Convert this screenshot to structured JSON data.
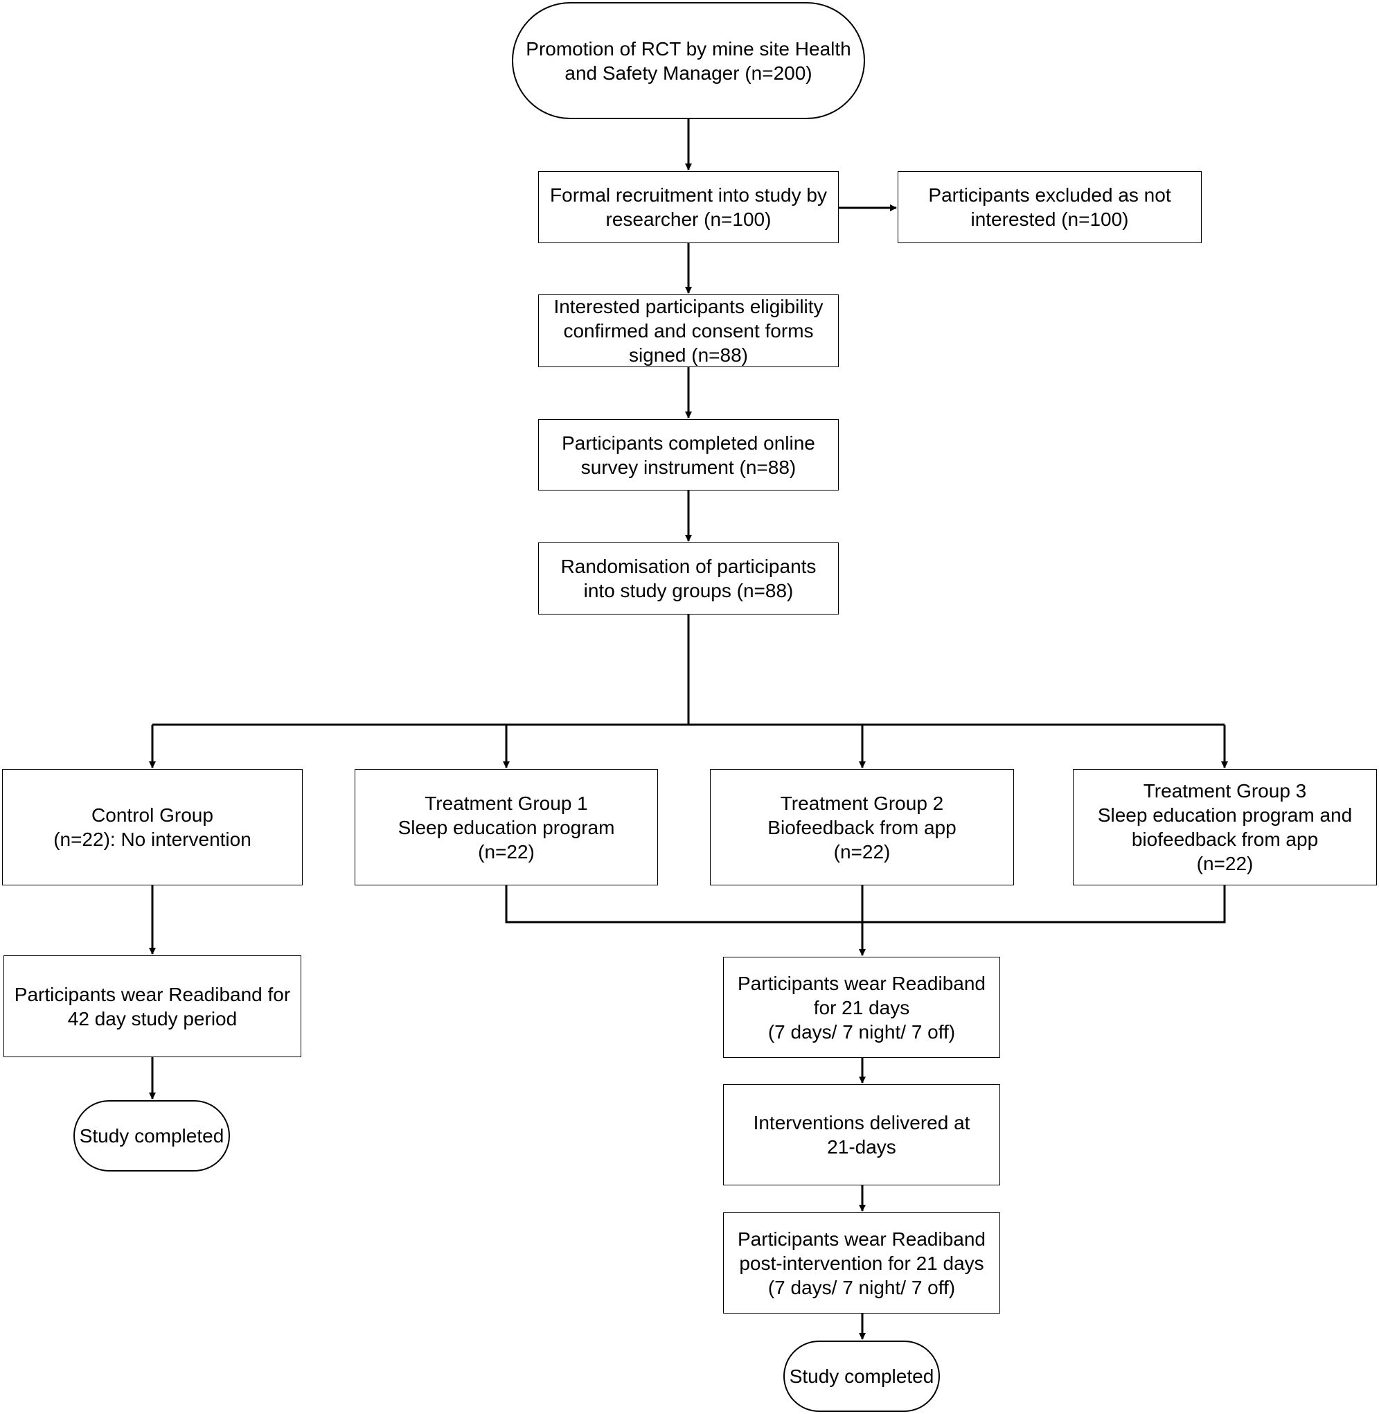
{
  "nodes": {
    "promotion": "Promotion of RCT by mine site Health\nand Safety Manager (n=200)",
    "recruitment": "Formal recruitment into study by\nresearcher (n=100)",
    "excluded": "Participants excluded as not\ninterested (n=100)",
    "eligibility": "Interested participants eligibility\nconfirmed and consent forms\nsigned (n=88)",
    "survey": "Participants completed online\nsurvey instrument (n=88)",
    "randomisation": "Randomisation of participants\ninto study groups (n=88)",
    "control": "Control Group\n(n=22): No intervention",
    "treatment1": "Treatment Group 1\nSleep education program\n(n=22)",
    "treatment2": "Treatment Group 2\nBiofeedback from app\n(n=22)",
    "treatment3": "Treatment Group 3\nSleep education program and\nbiofeedback from app\n(n=22)",
    "control_wear": "Participants wear Readiband for\n42 day study period",
    "control_completed": "Study completed",
    "treatment_wear": "Participants wear Readiband\nfor 21 days\n(7 days/ 7 night/ 7 off)",
    "interventions": "Interventions delivered at\n21-days",
    "post_wear": "Participants wear Readiband\npost-intervention for 21 days\n(7 days/ 7 night/ 7 off)",
    "treatment_completed": "Study completed"
  }
}
